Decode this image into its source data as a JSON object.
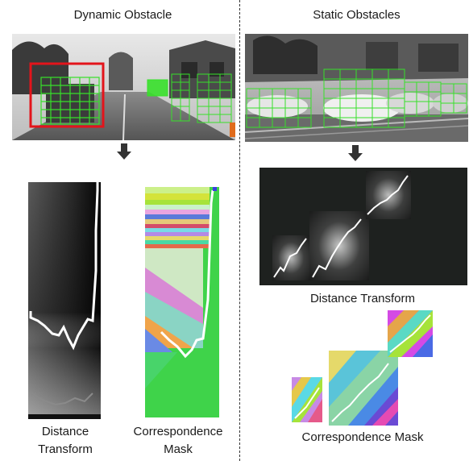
{
  "left_panel": {
    "title": "Dynamic Obstacle",
    "caption_distance": [
      "Distance",
      "Transform"
    ],
    "caption_mask": [
      "Correspondence",
      "Mask"
    ]
  },
  "right_panel": {
    "title": "Static Obstacles",
    "caption_distance": "Distance Transform",
    "caption_mask": "Correspondence Mask"
  },
  "colors": {
    "box_green": "#37e02a",
    "highlight_red": "#e3141b",
    "divider": "#333333"
  }
}
